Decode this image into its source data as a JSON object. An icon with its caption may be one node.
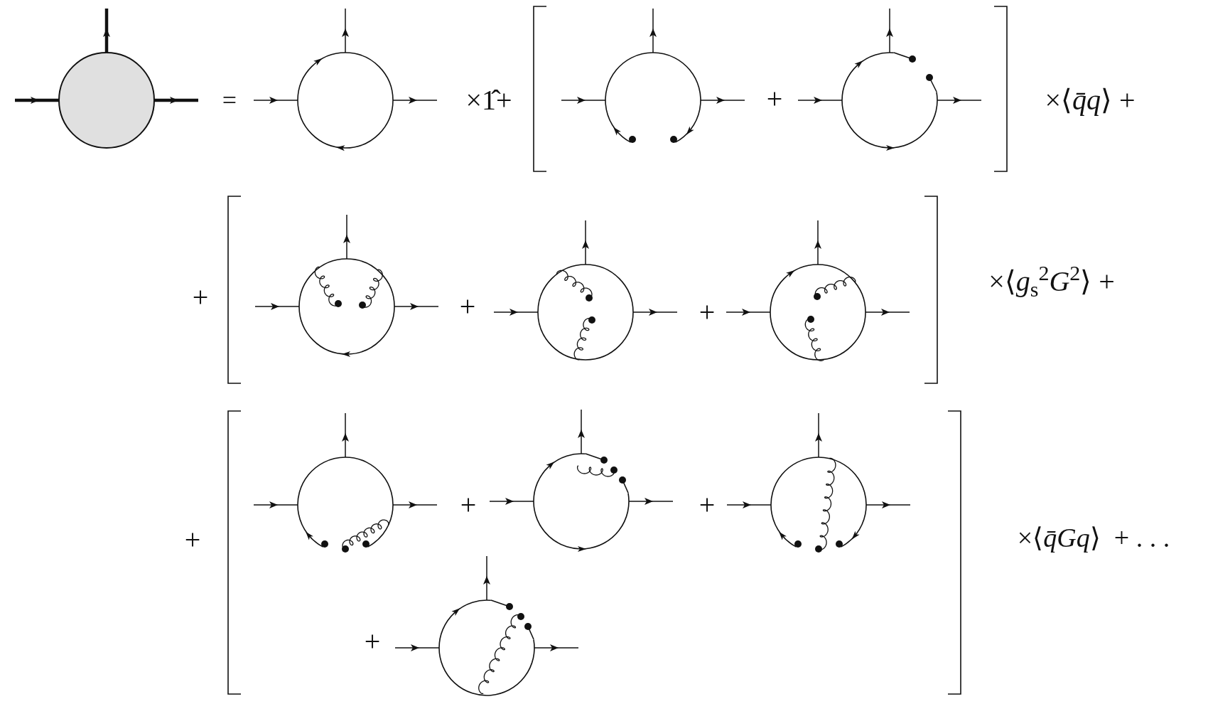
{
  "diagram": {
    "nodes": [
      {
        "text": [],
        "shape": "circle"
      },
      {
        "text": [],
        "shape": "circle"
      },
      {
        "text": [],
        "shape": "circle"
      },
      {
        "text": [],
        "shape": "circle"
      },
      {
        "text": [],
        "shape": "circle"
      },
      {
        "text": [],
        "shape": "circle"
      },
      {
        "text": [],
        "shape": "circle"
      },
      {
        "text": [],
        "shape": "circle"
      },
      {
        "text": [],
        "shape": "circle"
      },
      {
        "text": [],
        "shape": "circle"
      },
      {
        "text": [],
        "shape": "circle"
      }
    ],
    "edges": [
      {
        "from": null,
        "to": 0,
        "arrow": "to",
        "style": "thick"
      },
      {
        "from": 0,
        "to": null,
        "arrow": "to",
        "style": "thick"
      },
      {
        "from": 0,
        "to": null,
        "arrow": "to",
        "style": "thick"
      },
      {
        "from": null,
        "to": 1,
        "arrow": "to"
      },
      {
        "from": 1,
        "to": null,
        "arrow": "to"
      },
      {
        "from": 1,
        "to": null,
        "arrow": "to"
      },
      {
        "from": null,
        "to": 2,
        "arrow": "to"
      },
      {
        "from": 2,
        "to": null,
        "arrow": "to"
      },
      {
        "from": 2,
        "to": null,
        "arrow": "to"
      },
      {
        "from": null,
        "to": 3,
        "arrow": "to"
      },
      {
        "from": 3,
        "to": null,
        "arrow": "to"
      },
      {
        "from": 3,
        "to": null,
        "arrow": "to"
      },
      {
        "from": null,
        "to": 4,
        "arrow": "to"
      },
      {
        "from": 4,
        "to": null,
        "arrow": "to"
      },
      {
        "from": 4,
        "to": null,
        "arrow": "to"
      },
      {
        "from": null,
        "to": 5,
        "arrow": "to"
      },
      {
        "from": 5,
        "to": null,
        "arrow": "to"
      },
      {
        "from": 5,
        "to": null,
        "arrow": "to"
      },
      {
        "from": null,
        "to": 6,
        "arrow": "to"
      },
      {
        "from": 6,
        "to": null,
        "arrow": "to"
      },
      {
        "from": 6,
        "to": null,
        "arrow": "to"
      },
      {
        "from": null,
        "to": 7,
        "arrow": "to"
      },
      {
        "from": 7,
        "to": null,
        "arrow": "to"
      },
      {
        "from": 7,
        "to": null,
        "arrow": "to"
      },
      {
        "from": null,
        "to": 8,
        "arrow": "to"
      },
      {
        "from": 8,
        "to": null,
        "arrow": "to"
      },
      {
        "from": 8,
        "to": null,
        "arrow": "to"
      },
      {
        "from": null,
        "to": 9,
        "arrow": "to"
      },
      {
        "from": 9,
        "to": null,
        "arrow": "to"
      },
      {
        "from": 9,
        "to": null,
        "arrow": "to"
      },
      {
        "from": null,
        "to": 10,
        "arrow": "to"
      },
      {
        "from": 10,
        "to": null,
        "arrow": "to"
      },
      {
        "from": 10,
        "to": null,
        "arrow": "to"
      }
    ],
    "labels": [
      "=",
      "×1̂+",
      "+",
      "×⟨*q̄q*⟩ +",
      "+",
      "+",
      "+",
      "×⟨*g*$_{s}$$^{2}$*G*$^{2}$⟩ +",
      "+",
      "+",
      "+",
      "×⟨*q̄Gq*⟩  + . . .",
      "+"
    ]
  }
}
